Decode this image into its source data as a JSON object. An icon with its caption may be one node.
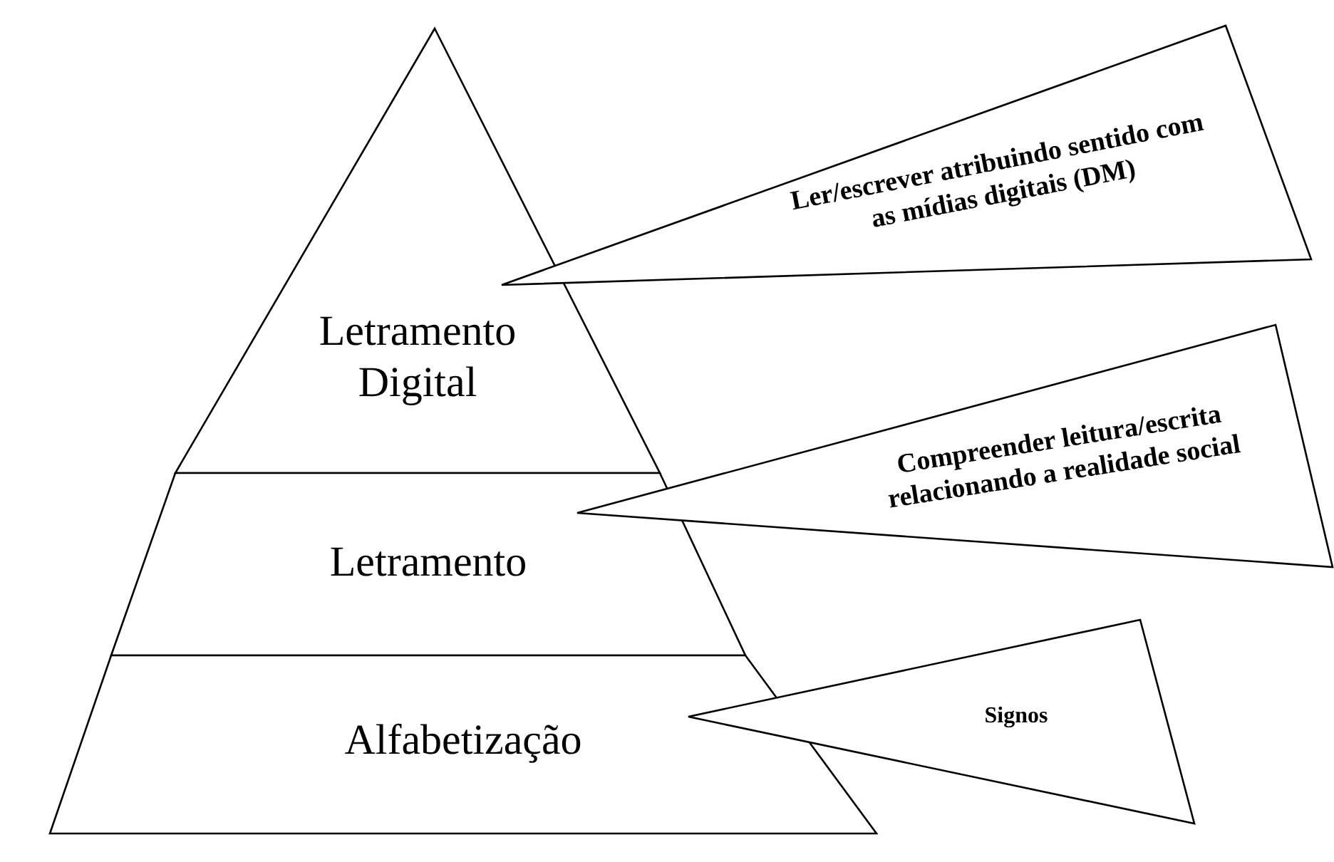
{
  "diagram": {
    "nodes": [
      {
        "text": [
          "Letramento Digital"
        ]
      },
      {
        "text": [
          "Letramento"
        ]
      },
      {
        "text": [
          "Alfabetização"
        ]
      },
      {
        "text": [
          "Ler/escrever atribuindo sentido com as mídias digitais (DM)"
        ]
      },
      {
        "text": [
          "Compreender leitura/escrita relacionando a realidade social"
        ]
      },
      {
        "text": [
          "Signos"
        ]
      }
    ],
    "edges": []
  }
}
